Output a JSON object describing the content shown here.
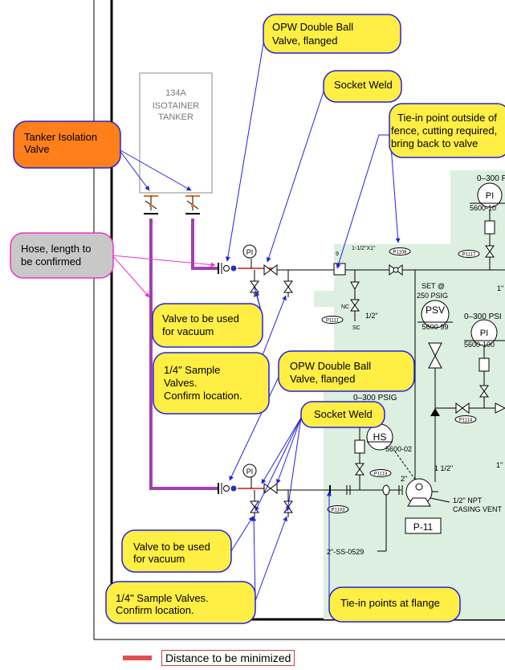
{
  "callouts": {
    "opw_top": [
      "OPW Double Ball",
      "Valve, flanged"
    ],
    "socket_weld_top": [
      "Socket Weld"
    ],
    "tie_in_outside": [
      "Tie-in point outside of",
      "fence, cutting required,",
      "bring back to valve"
    ],
    "tanker_isolation": [
      "Tanker Isolation",
      "Valve"
    ],
    "hose": [
      "Hose, length to",
      "be confirmed"
    ],
    "vacuum_top": [
      "Valve to be used",
      "for vacuum"
    ],
    "sample_top": [
      "1/4\" Sample",
      "Valves.",
      "Confirm location."
    ],
    "opw_bottom": [
      "OPW Double Ball",
      "Valve, flanged"
    ],
    "socket_weld_bottom": [
      "Socket Weld"
    ],
    "vacuum_bottom": [
      "Valve to be used",
      "for vacuum"
    ],
    "sample_bottom": [
      "1/4\" Sample Valves.",
      "Confirm location."
    ],
    "tie_in_flange": [
      "Tie-in points at flange"
    ]
  },
  "tank": [
    "134A",
    "ISOTAINER",
    "TANKER"
  ],
  "instruments": {
    "pi_small": "PI",
    "pi_right_top": {
      "range": "0–300 P",
      "tag": "PI",
      "number": "5600-10"
    },
    "psv": {
      "set1": "SET @",
      "set2": "250 PSIG",
      "tag": "PSV",
      "number": "5600-99"
    },
    "pi_right_mid": {
      "range": "0–300 PSI",
      "tag": "PI",
      "number": "5600-100"
    },
    "hs": {
      "tag": "HS",
      "number": "5600-02"
    },
    "pi_low_range": "0–300 PSIG"
  },
  "tags": {
    "p1108": "P1108",
    "p1117": "P1117",
    "p1111": "P1111",
    "p1114": "P1114",
    "p1113": "P1113",
    "p1103": "P1103",
    "ref9": "9",
    "nc": "NC",
    "sc": "SC",
    "size_half_1": "1/2\"",
    "size_half_2": "1 1/2\"",
    "size_1_top": "1\"",
    "size_1_low": "1\"",
    "size_2": "2\"",
    "size_112x1": "1-1/2\"X1\"",
    "npt": [
      "1/2\" NPT",
      "CASING VENT"
    ],
    "line": "2\"-SS-0529",
    "pump": "P-11"
  },
  "legend": {
    "label": "Distance to be minimized",
    "color": "#e05050"
  },
  "colors": {
    "callout_fill": "#ffee44",
    "callout_orange": "#ff7f1a",
    "callout_gray": "#c8c8c8",
    "leader_blue": "#2222dd",
    "leader_magenta": "#ee33cc",
    "hose_purple": "#a040b0",
    "green_zone": "#dcefe0",
    "pipe_red": "#e05050"
  }
}
